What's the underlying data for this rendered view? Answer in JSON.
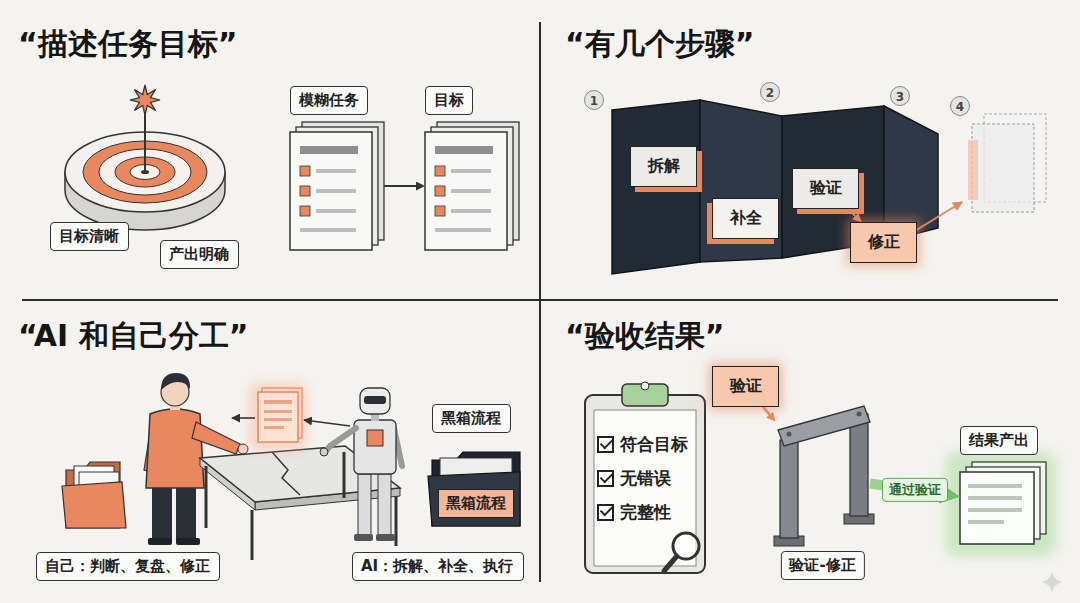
{
  "diagram": {
    "nodes": [
      {
        "text": [
          "目标清晰"
        ]
      },
      {
        "text": [
          "产出明确"
        ]
      },
      {
        "text": [
          "模糊任务"
        ]
      },
      {
        "text": [
          "目标"
        ]
      },
      {
        "text": [
          "拆解"
        ]
      },
      {
        "text": [
          "补全"
        ]
      },
      {
        "text": [
          "验证"
        ]
      },
      {
        "text": [
          "修正"
        ]
      },
      {
        "text": [
          "黑箱流程"
        ]
      },
      {
        "text": [
          "黑箱流程"
        ]
      },
      {
        "text": [
          "自己：判断、复盘、修正"
        ]
      },
      {
        "text": [
          "AI：拆解、补全、执行"
        ]
      },
      {
        "text": [
          "符合目标",
          "无错误",
          "完整性"
        ]
      },
      {
        "text": [
          "验证"
        ]
      },
      {
        "text": [
          "验证-修正"
        ]
      },
      {
        "text": [
          "结果产出"
        ]
      }
    ],
    "edges": [
      {
        "from": 2,
        "to": 3,
        "arrow": "to"
      },
      {
        "from": 6,
        "to": 7,
        "arrow": "to"
      },
      {
        "from": 13,
        "to": 14,
        "arrow": "to"
      },
      {
        "from": 14,
        "to": 15,
        "label": "通过验证",
        "arrow": "to"
      }
    ],
    "labels": [
      "“描述任务目标”",
      "“有几个步骤”",
      "“AI 和自己分工”",
      "“验收结果”",
      "1",
      "2",
      "3",
      "4"
    ]
  }
}
